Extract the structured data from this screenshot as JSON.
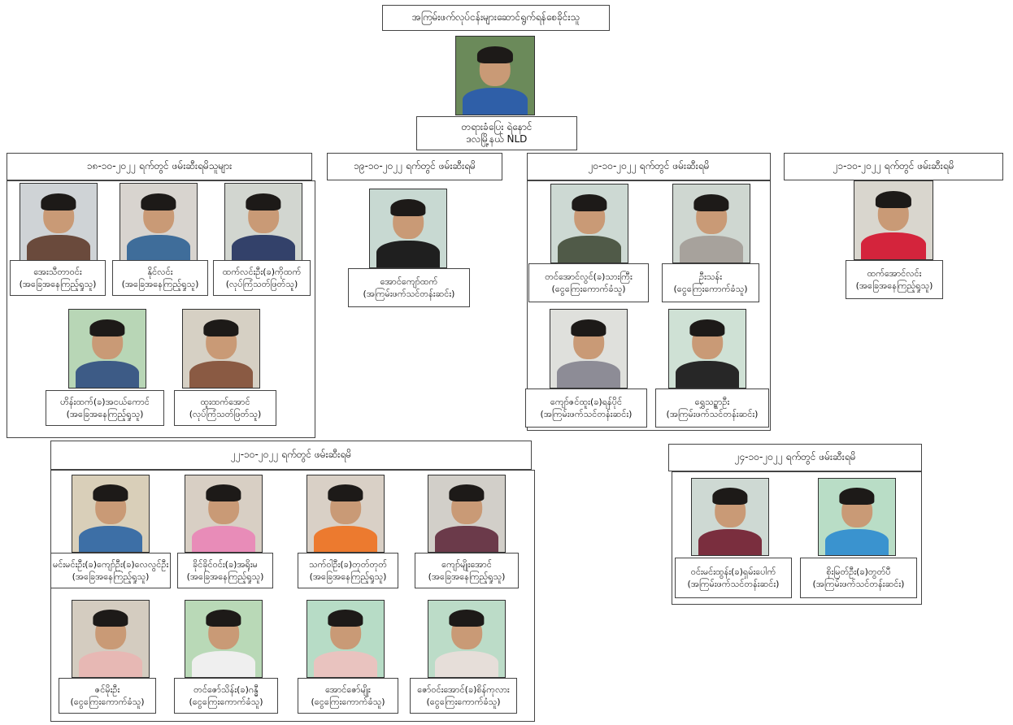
{
  "top": {
    "header": "အကြမ်းဖက်လုပ်ငန်းများဆောင်ရွက်ရန်စေခိုင်းသူ",
    "name": "တရားခံပြေး ရဲနောင်",
    "role": "ဒလမြို့နယ် NLD"
  },
  "groups": [
    {
      "header": "၁၈-၁၀-၂၀၂၂ ရက်တွင် ဖမ်းဆီးရမိသူများ",
      "people": [
        {
          "name": "အေးသီတာဝင်း",
          "role": "(အခြေအနေကြည့်ရှုသူ)",
          "shirt": "#6a4a3c",
          "wall": "#cfd3d6"
        },
        {
          "name": "နိုင်လင်း",
          "role": "(အခြေအနေကြည့်ရှုသူ)",
          "shirt": "#3f6d9a",
          "wall": "#d8d4cf"
        },
        {
          "name": "ထက်လင်းဦး(ခ)ကိုထက်",
          "role": "(လုပ်ကြံသတ်ဖြတ်သူ)",
          "shirt": "#33416a",
          "wall": "#d2d6d0"
        },
        {
          "name": "ဟိန်းထက်(ခ)အငယ်ကောင်",
          "role": "(အခြေအနေကြည့်ရှုသူ)",
          "shirt": "#3d5b86",
          "wall": "#b8d6b6"
        },
        {
          "name": "ထူးထက်အောင်",
          "role": "(လုပ်ကြံသတ်ဖြတ်သူ)",
          "shirt": "#8a5a43",
          "wall": "#d6d0c4"
        }
      ]
    },
    {
      "header": "၁၉-၁၀-၂၀၂၂ ရက်တွင် ဖမ်းဆီးရမိ",
      "people": [
        {
          "name": "အောင်ကျော်ထက်",
          "role": "(အကြမ်းဖက်သင်တန်းဆင်း)",
          "shirt": "#1f1f1f",
          "wall": "#c8d9d2"
        }
      ]
    },
    {
      "header": "၂၀-၁၀-၂၀၂၂ ရက်တွင် ဖမ်းဆီးရမိ",
      "people": [
        {
          "name": "တင်အောင်လွင်(ခ)သားကြီး",
          "role": "(ငွေကြေးကောက်ခံသူ)",
          "shirt": "#505a48",
          "wall": "#cdd9d3"
        },
        {
          "name": "ဦးသန်း",
          "role": "(ငွေကြေးကောက်ခံသူ)",
          "shirt": "#a7a29c",
          "wall": "#cfd7d1"
        },
        {
          "name": "ကျော်ဇင်ထူး(ခ)ရန်ပိုင်",
          "role": "(အကြမ်းဖက်သင်တန်းဆင်း)",
          "shirt": "#8d8c96",
          "wall": "#dfe0dc"
        },
        {
          "name": "ရွှေသဥ္စာဦး",
          "role": "(အကြမ်းဖက်သင်တန်းဆင်း)",
          "shirt": "#272727",
          "wall": "#cfe1d5"
        }
      ]
    },
    {
      "header": "၂၁-၁၀-၂၀၂၂ ရက်တွင် ဖမ်းဆီးရမိ",
      "people": [
        {
          "name": "ထက်အောင်လင်း",
          "role": "(အခြေအနေကြည့်ရှုသူ)",
          "shirt": "#d4243c",
          "wall": "#d9d6ce"
        }
      ]
    },
    {
      "header": "၂၂-၁၀-၂၀၂၂ ရက်တွင် ဖမ်းဆီးရမိ",
      "people": [
        {
          "name": "မင်းမင်းဦး(ခ)ကျော်ဦး(ခ)လေလွင်ဦး",
          "role": "(အခြေအနေကြည့်ရှုသူ)",
          "shirt": "#3d6fa6",
          "wall": "#d9cfb9"
        },
        {
          "name": "ခိုင်ခိုင်ဝင်း(ခ)အရိုးမ",
          "role": "(အခြေအနေကြည့်ရှုသူ)",
          "shirt": "#e88cb8",
          "wall": "#d8cfc4"
        },
        {
          "name": "သက်ဝါဦး(ခ)တုတ်တုတ်",
          "role": "(အခြေအနေကြည့်ရှုသူ)",
          "shirt": "#ec7a2f",
          "wall": "#d9d0c6"
        },
        {
          "name": "ကျော်မျိုးအောင်",
          "role": "(အခြေအနေကြည့်ရှုသူ)",
          "shirt": "#6b3a4a",
          "wall": "#d2cfc9"
        },
        {
          "name": "ဇင်မိုးဦး",
          "role": "(ငွေကြေးကောက်ခံသူ)",
          "shirt": "#e7b8b4",
          "wall": "#d4ccc0"
        },
        {
          "name": "တင်ဇော်သိန်း(ခ)ဂန္ဓီ",
          "role": "(ငွေကြေးကောက်ခံသူ)",
          "shirt": "#efefef",
          "wall": "#b9d9b7"
        },
        {
          "name": "အောင်ဇော်မျိုး",
          "role": "(ငွေကြေးကောက်ခံသူ)",
          "shirt": "#e9c3bf",
          "wall": "#b7dcc6"
        },
        {
          "name": "ဇော်ဝင်းအောင်(ခ)စိန်ကုလား",
          "role": "(ငွေကြေးကောက်ခံသူ)",
          "shirt": "#e6ded9",
          "wall": "#bcdcc8"
        }
      ]
    },
    {
      "header": "၂၄-၁၀-၂၀၂၂ ရက်တွင် ဖမ်းဆီးရမိ",
      "people": [
        {
          "name": "ဝင်းမင်းထွန်း(ခ)ရှမ်းပေါက်",
          "role": "(အကြမ်းဖက်သင်တန်းဆင်း)",
          "shirt": "#7a2e3e",
          "wall": "#ced9d3"
        },
        {
          "name": "စိုးမြတ်ဦး(ခ)တွတ်ပီ",
          "role": "(အကြမ်းဖက်သင်တန်းဆင်း)",
          "shirt": "#3a93cf",
          "wall": "#b9ddc6"
        }
      ]
    }
  ],
  "colors": {
    "border": "#444444",
    "skin": "#c99a76",
    "hair": "#1d1a18"
  }
}
